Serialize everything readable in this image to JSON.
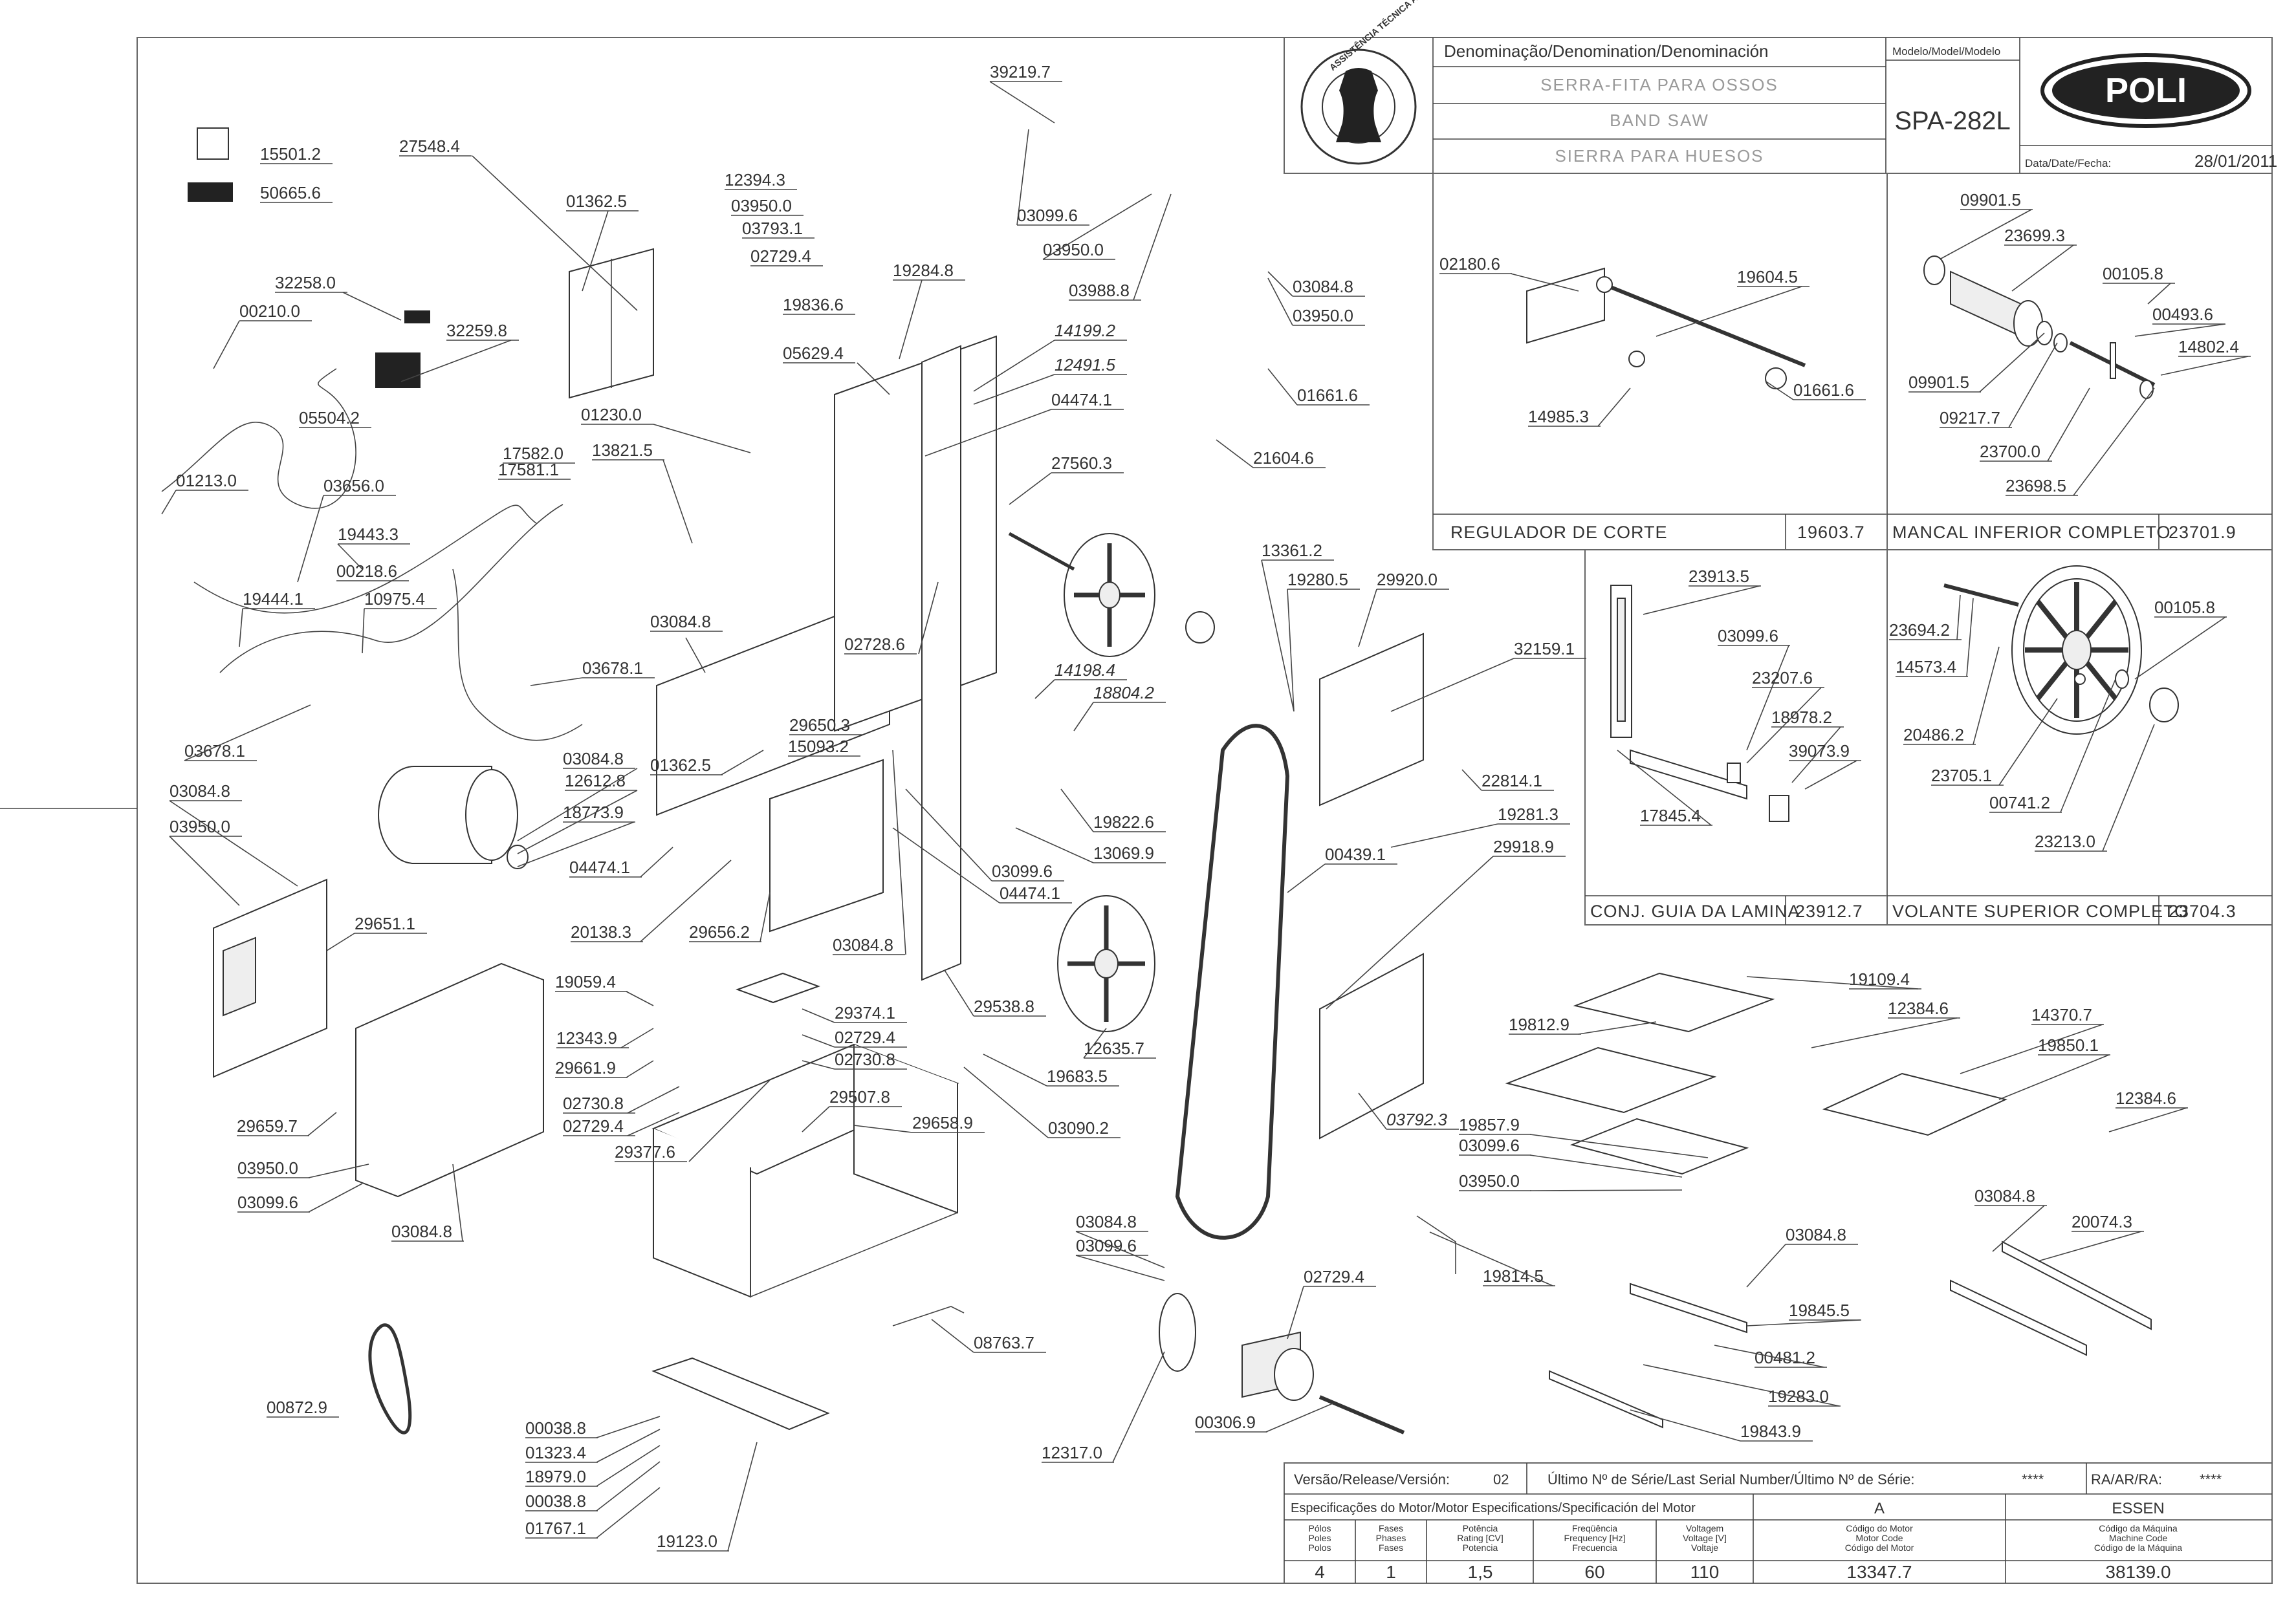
{
  "title_block": {
    "denomination_header": "Denominação/Denomination/Denominación",
    "model_header": "Modelo/Model/Modelo",
    "name_pt": "SERRA-FITA PARA OSSOS",
    "name_en": "BAND SAW",
    "name_es": "SIERRA PARA HUESOS",
    "model": "SPA-282L",
    "brand": "POLI",
    "date_label": "Data/Date/Fecha:",
    "date": "28/01/2011",
    "stamp_text": "ASSISTÊNCIA TÉCNICA AUTORIZADA"
  },
  "footer": {
    "release_label": "Versão/Release/Versión:",
    "release": "02",
    "serial_label": "Último Nº de Série/Last Serial Number/Último Nº de Série:",
    "serial": "****",
    "ra_label": "RA/AR/RA:",
    "ra": "****",
    "motor_spec_label": "Especificações do Motor/Motor Especifications/Specificación del Motor",
    "motor_col_a": "A",
    "essen": "ESSEN",
    "columns": [
      {
        "head": "Pólos\nPoles\nPolos",
        "value": "4"
      },
      {
        "head": "Fases\nPhases\nFases",
        "value": "1"
      },
      {
        "head": "Potência\nRating [CV]\nPotencia",
        "value": "1,5"
      },
      {
        "head": "Freqüência\nFrequency [Hz]\nFrecuencia",
        "value": "60"
      },
      {
        "head": "Voltagem\nVoltage [V]\nVoltaje",
        "value": "110"
      },
      {
        "head": "Código do Motor\nMotor Code\nCódigo del Motor",
        "value": "13347.7"
      },
      {
        "head": "Código da Máquina\nMachine Code\nCódigo de la Máquina",
        "value": "38139.0"
      }
    ]
  },
  "subassemblies": [
    {
      "caption": "REGULADOR DE CORTE",
      "code": "19603.7"
    },
    {
      "caption": "MANCAL INFERIOR COMPLETO",
      "code": "23701.9"
    },
    {
      "caption": "CONJ. GUIA DA LAMINA",
      "code": "23912.7"
    },
    {
      "caption": "VOLANTE SUPERIOR COMPLETO",
      "code": "23704.3"
    }
  ],
  "part_labels": [
    "15501.2",
    "50665.6",
    "27548.4",
    "01362.5",
    "12394.3",
    "03950.0",
    "03793.1",
    "02729.4",
    "19284.8",
    "19836.6",
    "32258.0",
    "00210.0",
    "32259.8",
    "05504.2",
    "05629.4",
    "14199.2",
    "12491.5",
    "04474.1",
    "01213.0",
    "03656.0",
    "01230.0",
    "17582.0",
    "17581.1",
    "13821.5",
    "27560.3",
    "19443.3",
    "00218.6",
    "19444.1",
    "10975.4",
    "03678.1",
    "03678.1",
    "02728.6",
    "03084.8",
    "14198.4",
    "18804.2",
    "29650.3",
    "15093.2",
    "01362.5",
    "03084.8",
    "12612.8",
    "18773.9",
    "03084.8",
    "03950.0",
    "19822.6",
    "13069.9",
    "03099.6",
    "04474.1",
    "04474.1",
    "20138.3",
    "29656.2",
    "03084.8",
    "29651.1",
    "29538.8",
    "12635.7",
    "19683.5",
    "03090.2",
    "19059.4",
    "29374.1",
    "12343.9",
    "02729.4",
    "29661.9",
    "02730.8",
    "02730.8",
    "02729.4",
    "29507.8",
    "29377.6",
    "29659.7",
    "29658.9",
    "03950.0",
    "03099.6",
    "03084.8",
    "00872.9",
    "08763.7",
    "00038.8",
    "01323.4",
    "18979.0",
    "00038.8",
    "01767.1",
    "19123.0",
    "39219.7",
    "03099.6",
    "03950.0",
    "03988.8",
    "03084.8",
    "03950.0",
    "01661.6",
    "21604.6",
    "13361.2",
    "19280.5",
    "29920.0",
    "32159.1",
    "22814.1",
    "19281.3",
    "29918.9",
    "00439.1",
    "03792.3",
    "03084.8",
    "03099.6",
    "02729.4",
    "12317.0",
    "00306.9",
    "02180.6",
    "19604.5",
    "14985.3",
    "01661.6",
    "09901.5",
    "23699.3",
    "00105.8",
    "00493.6",
    "14802.4",
    "09901.5",
    "09217.7",
    "23700.0",
    "23698.5",
    "23913.5",
    "03099.6",
    "23207.6",
    "18978.2",
    "39073.9",
    "17845.4",
    "23694.2",
    "14573.4",
    "20486.2",
    "23705.1",
    "00741.2",
    "23213.0",
    "00105.8",
    "19109.4",
    "12384.6",
    "19812.9",
    "14370.7",
    "19850.1",
    "12384.6",
    "19857.9",
    "03099.6",
    "03950.0",
    "19814.5",
    "03084.8",
    "19845.5",
    "00481.2",
    "19283.0",
    "19843.9",
    "03084.8",
    "20074.3"
  ]
}
